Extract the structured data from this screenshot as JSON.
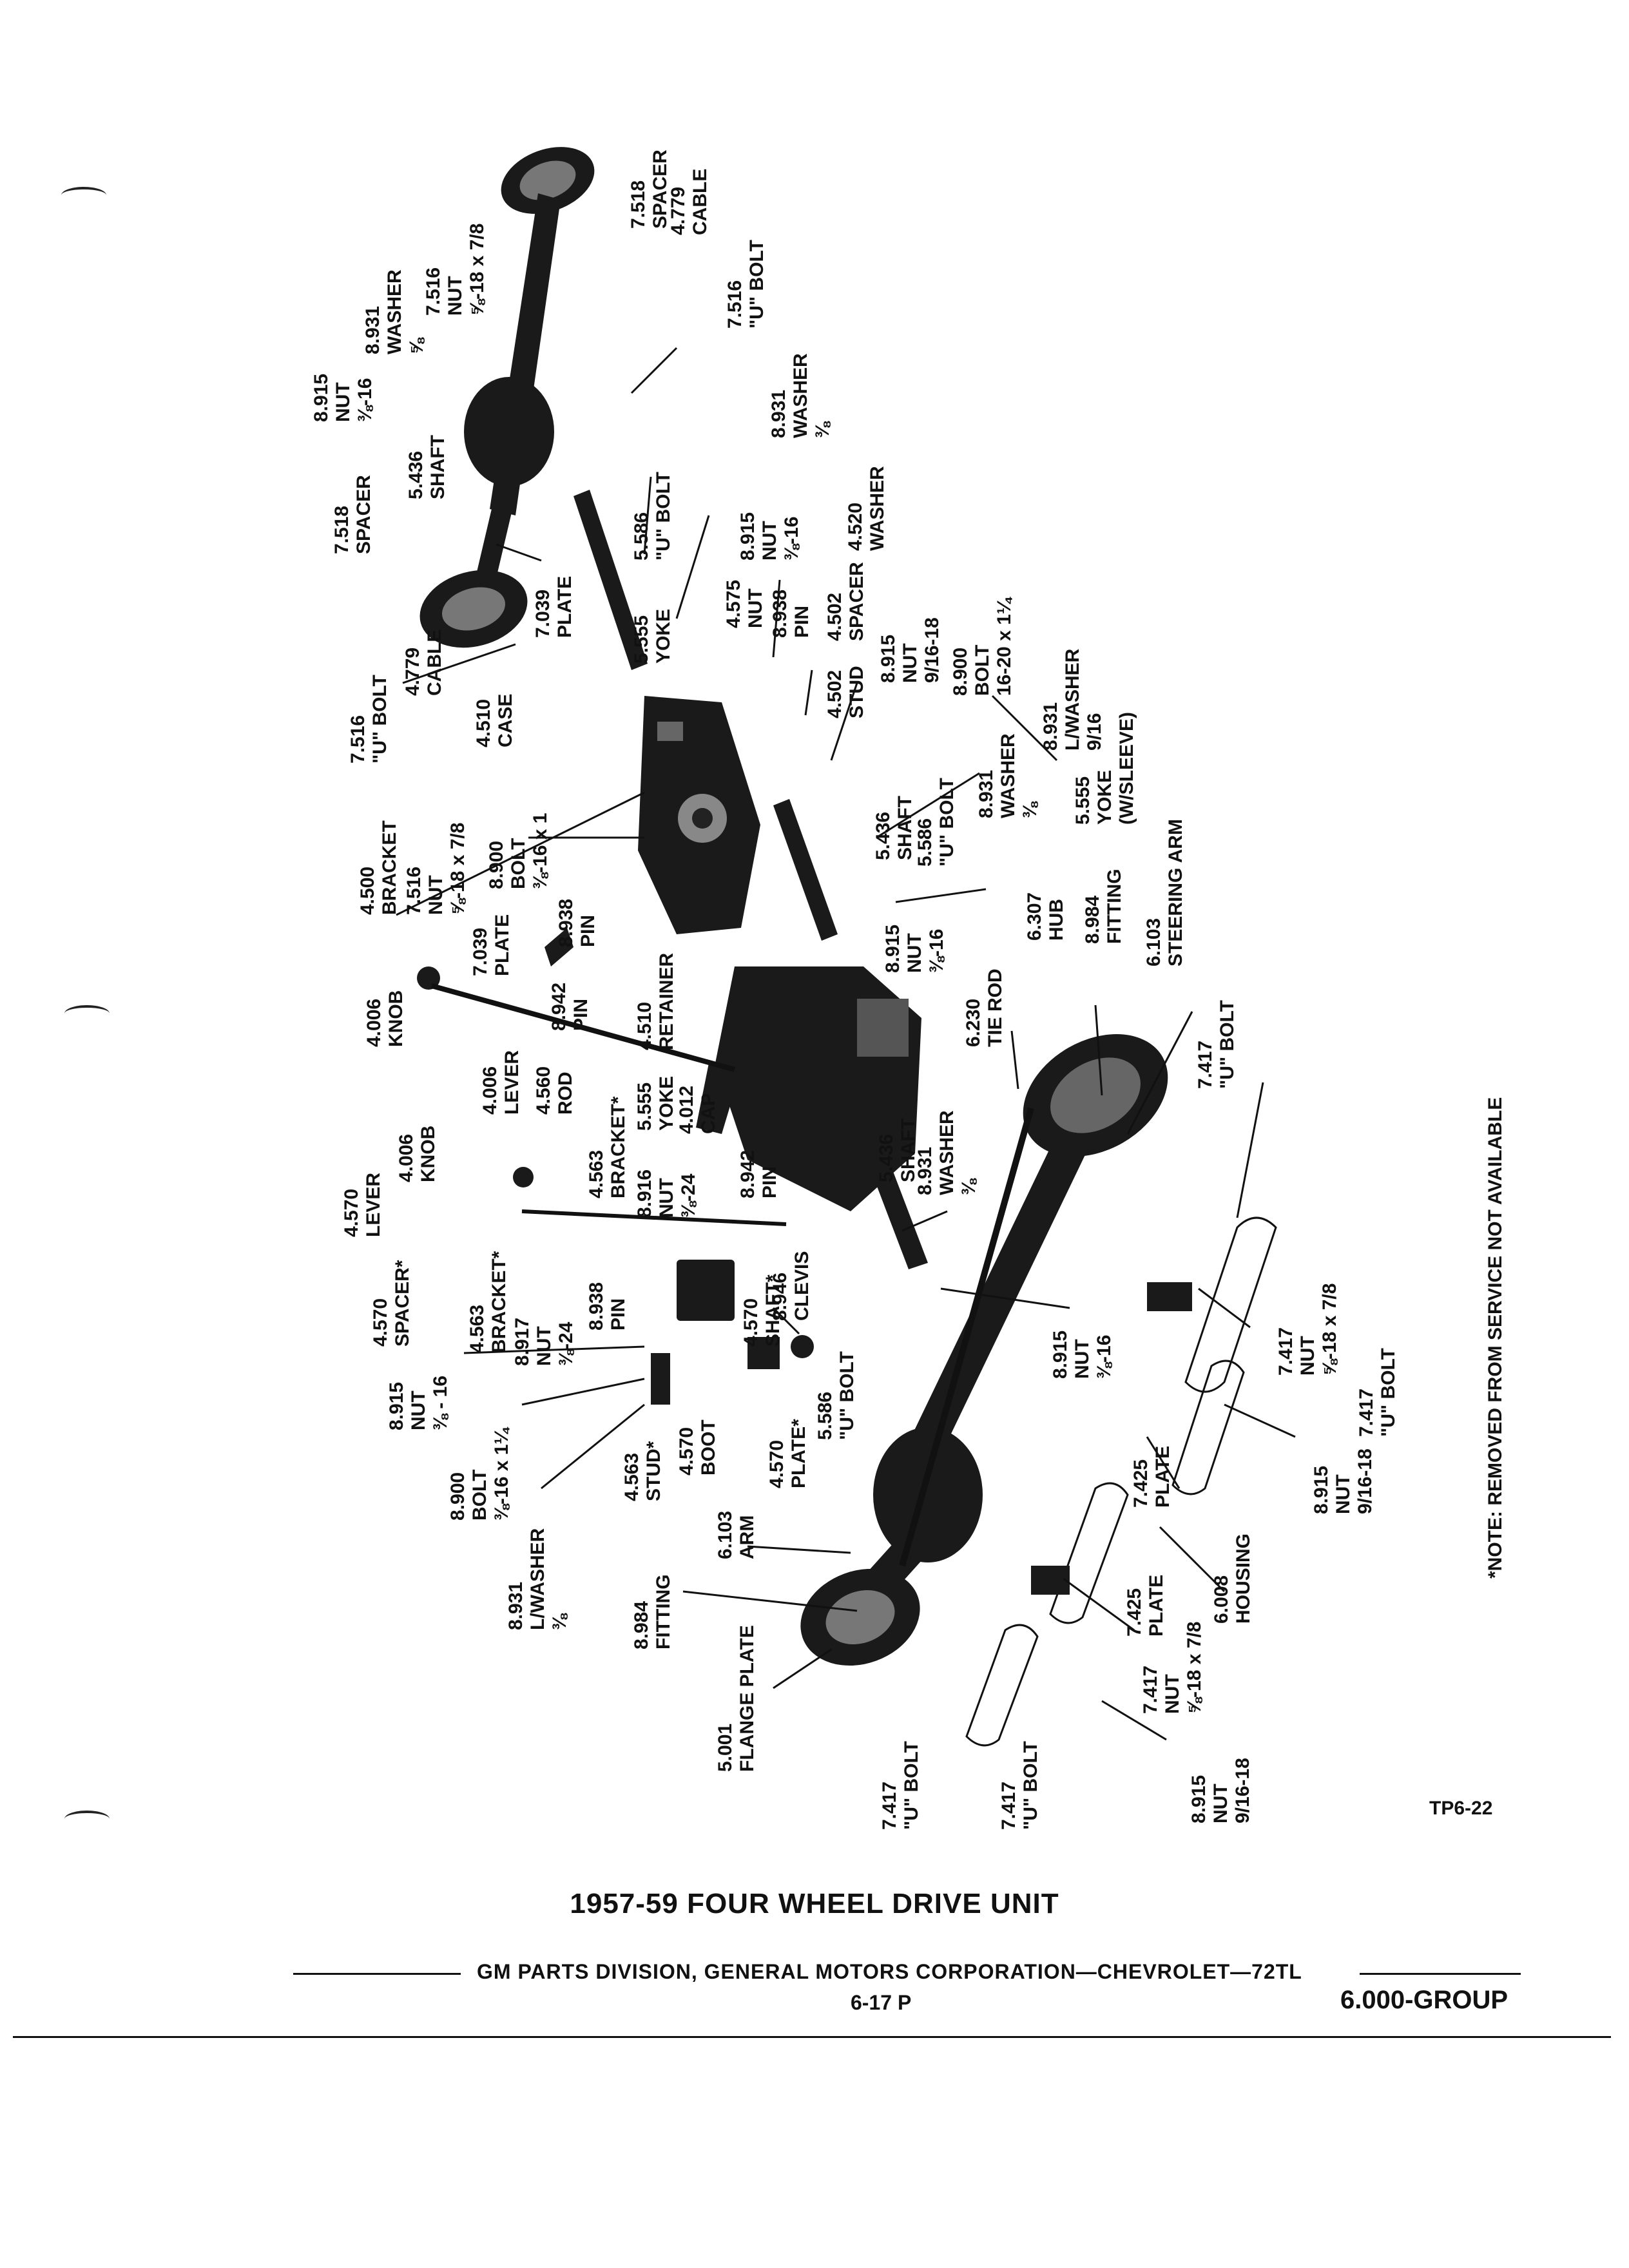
{
  "page": {
    "title": "1957-59 FOUR WHEEL DRIVE UNIT",
    "source": "GM PARTS DIVISION, GENERAL MOTORS CORPORATION—CHEVROLET—72TL",
    "page_number": "6-17 P",
    "group": "6.000-GROUP",
    "plate_code": "TP6-22",
    "note": "*NOTE: REMOVED FROM SERVICE NOT AVAILABLE"
  },
  "callouts": [
    {
      "id": "c1",
      "lines": [
        "7.518",
        "SPACER"
      ]
    },
    {
      "id": "c2",
      "lines": [
        "4.779",
        "CABLE"
      ]
    },
    {
      "id": "c3",
      "lines": [
        "7.516",
        "NUT",
        "⅝-18 x 7/8"
      ]
    },
    {
      "id": "c4",
      "lines": [
        "7.516",
        "\"U\" BOLT"
      ]
    },
    {
      "id": "c5",
      "lines": [
        "8.931",
        "WASHER",
        "⅝"
      ]
    },
    {
      "id": "c6",
      "lines": [
        "8.915",
        "NUT",
        "⅜-16"
      ]
    },
    {
      "id": "c7",
      "lines": [
        "8.931",
        "WASHER",
        "⅜"
      ]
    },
    {
      "id": "c8",
      "lines": [
        "5.436",
        "SHAFT"
      ]
    },
    {
      "id": "c9",
      "lines": [
        "5.586",
        "\"U\" BOLT"
      ]
    },
    {
      "id": "c10",
      "lines": [
        "8.915",
        "NUT",
        "⅜-16"
      ]
    },
    {
      "id": "c11",
      "lines": [
        "4.520",
        "WASHER"
      ]
    },
    {
      "id": "c12",
      "lines": [
        "7.518",
        "SPACER"
      ]
    },
    {
      "id": "c13",
      "lines": [
        "7.039",
        "PLATE"
      ]
    },
    {
      "id": "c14",
      "lines": [
        "5.555",
        "YOKE"
      ]
    },
    {
      "id": "c15",
      "lines": [
        "4.575",
        "NUT"
      ]
    },
    {
      "id": "c16",
      "lines": [
        "8.938",
        "PIN"
      ]
    },
    {
      "id": "c17",
      "lines": [
        "4.502",
        "SPACER"
      ]
    },
    {
      "id": "c18",
      "lines": [
        "8.915",
        "NUT",
        "9/16-18"
      ]
    },
    {
      "id": "c19",
      "lines": [
        "8.900",
        "BOLT",
        "16-20 x 1¼"
      ]
    },
    {
      "id": "c20",
      "lines": [
        "7.516",
        "\"U\" BOLT"
      ]
    },
    {
      "id": "c21",
      "lines": [
        "4.779",
        "CABLE"
      ]
    },
    {
      "id": "c22",
      "lines": [
        "4.510",
        "CASE"
      ]
    },
    {
      "id": "c23",
      "lines": [
        "4.502",
        "STUD"
      ]
    },
    {
      "id": "c24",
      "lines": [
        "8.931",
        "L/WASHER",
        "9/16"
      ]
    },
    {
      "id": "c25",
      "lines": [
        "5.555",
        "YOKE",
        "(W/SLEEVE)"
      ]
    },
    {
      "id": "c26",
      "lines": [
        "4.500",
        "BRACKET"
      ]
    },
    {
      "id": "c27",
      "lines": [
        "7.516",
        "NUT",
        "⅝-18 x 7/8"
      ]
    },
    {
      "id": "c28",
      "lines": [
        "8.900",
        "BOLT",
        "⅜-16 x 1"
      ]
    },
    {
      "id": "c29",
      "lines": [
        "5.436",
        "SHAFT"
      ]
    },
    {
      "id": "c30",
      "lines": [
        "5.586",
        "\"U\" BOLT"
      ]
    },
    {
      "id": "c31",
      "lines": [
        "8.931",
        "WASHER",
        "⅜"
      ]
    },
    {
      "id": "c32",
      "lines": [
        "7.039",
        "PLATE"
      ]
    },
    {
      "id": "c33",
      "lines": [
        "8.938",
        "PIN"
      ]
    },
    {
      "id": "c34",
      "lines": [
        "8.942",
        "PIN"
      ]
    },
    {
      "id": "c35",
      "lines": [
        "4.510",
        "RETAINER"
      ]
    },
    {
      "id": "c36",
      "lines": [
        "8.915",
        "NUT",
        "⅜-16"
      ]
    },
    {
      "id": "c37",
      "lines": [
        "6.307",
        "HUB"
      ]
    },
    {
      "id": "c38",
      "lines": [
        "8.984",
        "FITTING"
      ]
    },
    {
      "id": "c39",
      "lines": [
        "6.103",
        "STEERING ARM"
      ]
    },
    {
      "id": "c40",
      "lines": [
        "4.006",
        "KNOB"
      ]
    },
    {
      "id": "c41",
      "lines": [
        "4.006",
        "LEVER"
      ]
    },
    {
      "id": "c42",
      "lines": [
        "4.560",
        "ROD"
      ]
    },
    {
      "id": "c43",
      "lines": [
        "5.555",
        "YOKE"
      ]
    },
    {
      "id": "c44",
      "lines": [
        "4.012",
        "CAP"
      ]
    },
    {
      "id": "c45",
      "lines": [
        "6.230",
        "TIE ROD"
      ]
    },
    {
      "id": "c46",
      "lines": [
        "4.006",
        "KNOB"
      ]
    },
    {
      "id": "c47",
      "lines": [
        "4.563",
        "BRACKET*"
      ]
    },
    {
      "id": "c48",
      "lines": [
        "8.916",
        "NUT",
        "⅜-24"
      ]
    },
    {
      "id": "c49",
      "lines": [
        "8.942",
        "PIN"
      ]
    },
    {
      "id": "c50",
      "lines": [
        "5.436",
        "SHAFT"
      ]
    },
    {
      "id": "c51",
      "lines": [
        "8.931",
        "WASHER",
        "⅜"
      ]
    },
    {
      "id": "c52",
      "lines": [
        "7.417",
        "\"U\" BOLT"
      ]
    },
    {
      "id": "c53",
      "lines": [
        "4.570",
        "LEVER"
      ]
    },
    {
      "id": "c54",
      "lines": [
        "4.570",
        "SPACER*"
      ]
    },
    {
      "id": "c55",
      "lines": [
        "4.563",
        "BRACKET*"
      ]
    },
    {
      "id": "c56",
      "lines": [
        "8.917",
        "NUT",
        "⅜-24"
      ]
    },
    {
      "id": "c57",
      "lines": [
        "8.938",
        "PIN"
      ]
    },
    {
      "id": "c58",
      "lines": [
        "8.946",
        "CLEVIS"
      ]
    },
    {
      "id": "c59",
      "lines": [
        "4.570",
        "SHAFT*"
      ]
    },
    {
      "id": "c60",
      "lines": [
        "8.915",
        "NUT",
        "⅜-16"
      ]
    },
    {
      "id": "c61",
      "lines": [
        "8.915",
        "NUT",
        "⅜ - 16"
      ]
    },
    {
      "id": "c62",
      "lines": [
        "5.586",
        "\"U\" BOLT"
      ]
    },
    {
      "id": "c63",
      "lines": [
        "4.570",
        "BOOT"
      ]
    },
    {
      "id": "c64",
      "lines": [
        "4.570",
        "PLATE*"
      ]
    },
    {
      "id": "c65",
      "lines": [
        "7.417",
        "NUT",
        "⅝-18 x 7/8"
      ]
    },
    {
      "id": "c66",
      "lines": [
        "8.900",
        "BOLT",
        "⅜-16 x 1¼"
      ]
    },
    {
      "id": "c67",
      "lines": [
        "4.563",
        "STUD*"
      ]
    },
    {
      "id": "c68",
      "lines": [
        "7.417",
        "\"U\" BOLT"
      ]
    },
    {
      "id": "c69",
      "lines": [
        "7.425",
        "PLATE"
      ]
    },
    {
      "id": "c70",
      "lines": [
        "8.915",
        "NUT",
        "9/16-18"
      ]
    },
    {
      "id": "c71",
      "lines": [
        "8.931",
        "L/WASHER",
        "⅜"
      ]
    },
    {
      "id": "c72",
      "lines": [
        "6.103",
        "ARM"
      ]
    },
    {
      "id": "c73",
      "lines": [
        "6.008",
        "HOUSING"
      ]
    },
    {
      "id": "c74",
      "lines": [
        "8.984",
        "FITTING"
      ]
    },
    {
      "id": "c75",
      "lines": [
        "7.425",
        "PLATE"
      ]
    },
    {
      "id": "c76",
      "lines": [
        "7.417",
        "NUT",
        "⅝-18 x 7/8"
      ]
    },
    {
      "id": "c77",
      "lines": [
        "5.001",
        "FLANGE PLATE"
      ]
    },
    {
      "id": "c78",
      "lines": [
        "7.417",
        "\"U\" BOLT"
      ]
    },
    {
      "id": "c79",
      "lines": [
        "7.417",
        "\"U\" BOLT"
      ]
    },
    {
      "id": "c80",
      "lines": [
        "8.915",
        "NUT",
        "9/16-18"
      ]
    }
  ]
}
